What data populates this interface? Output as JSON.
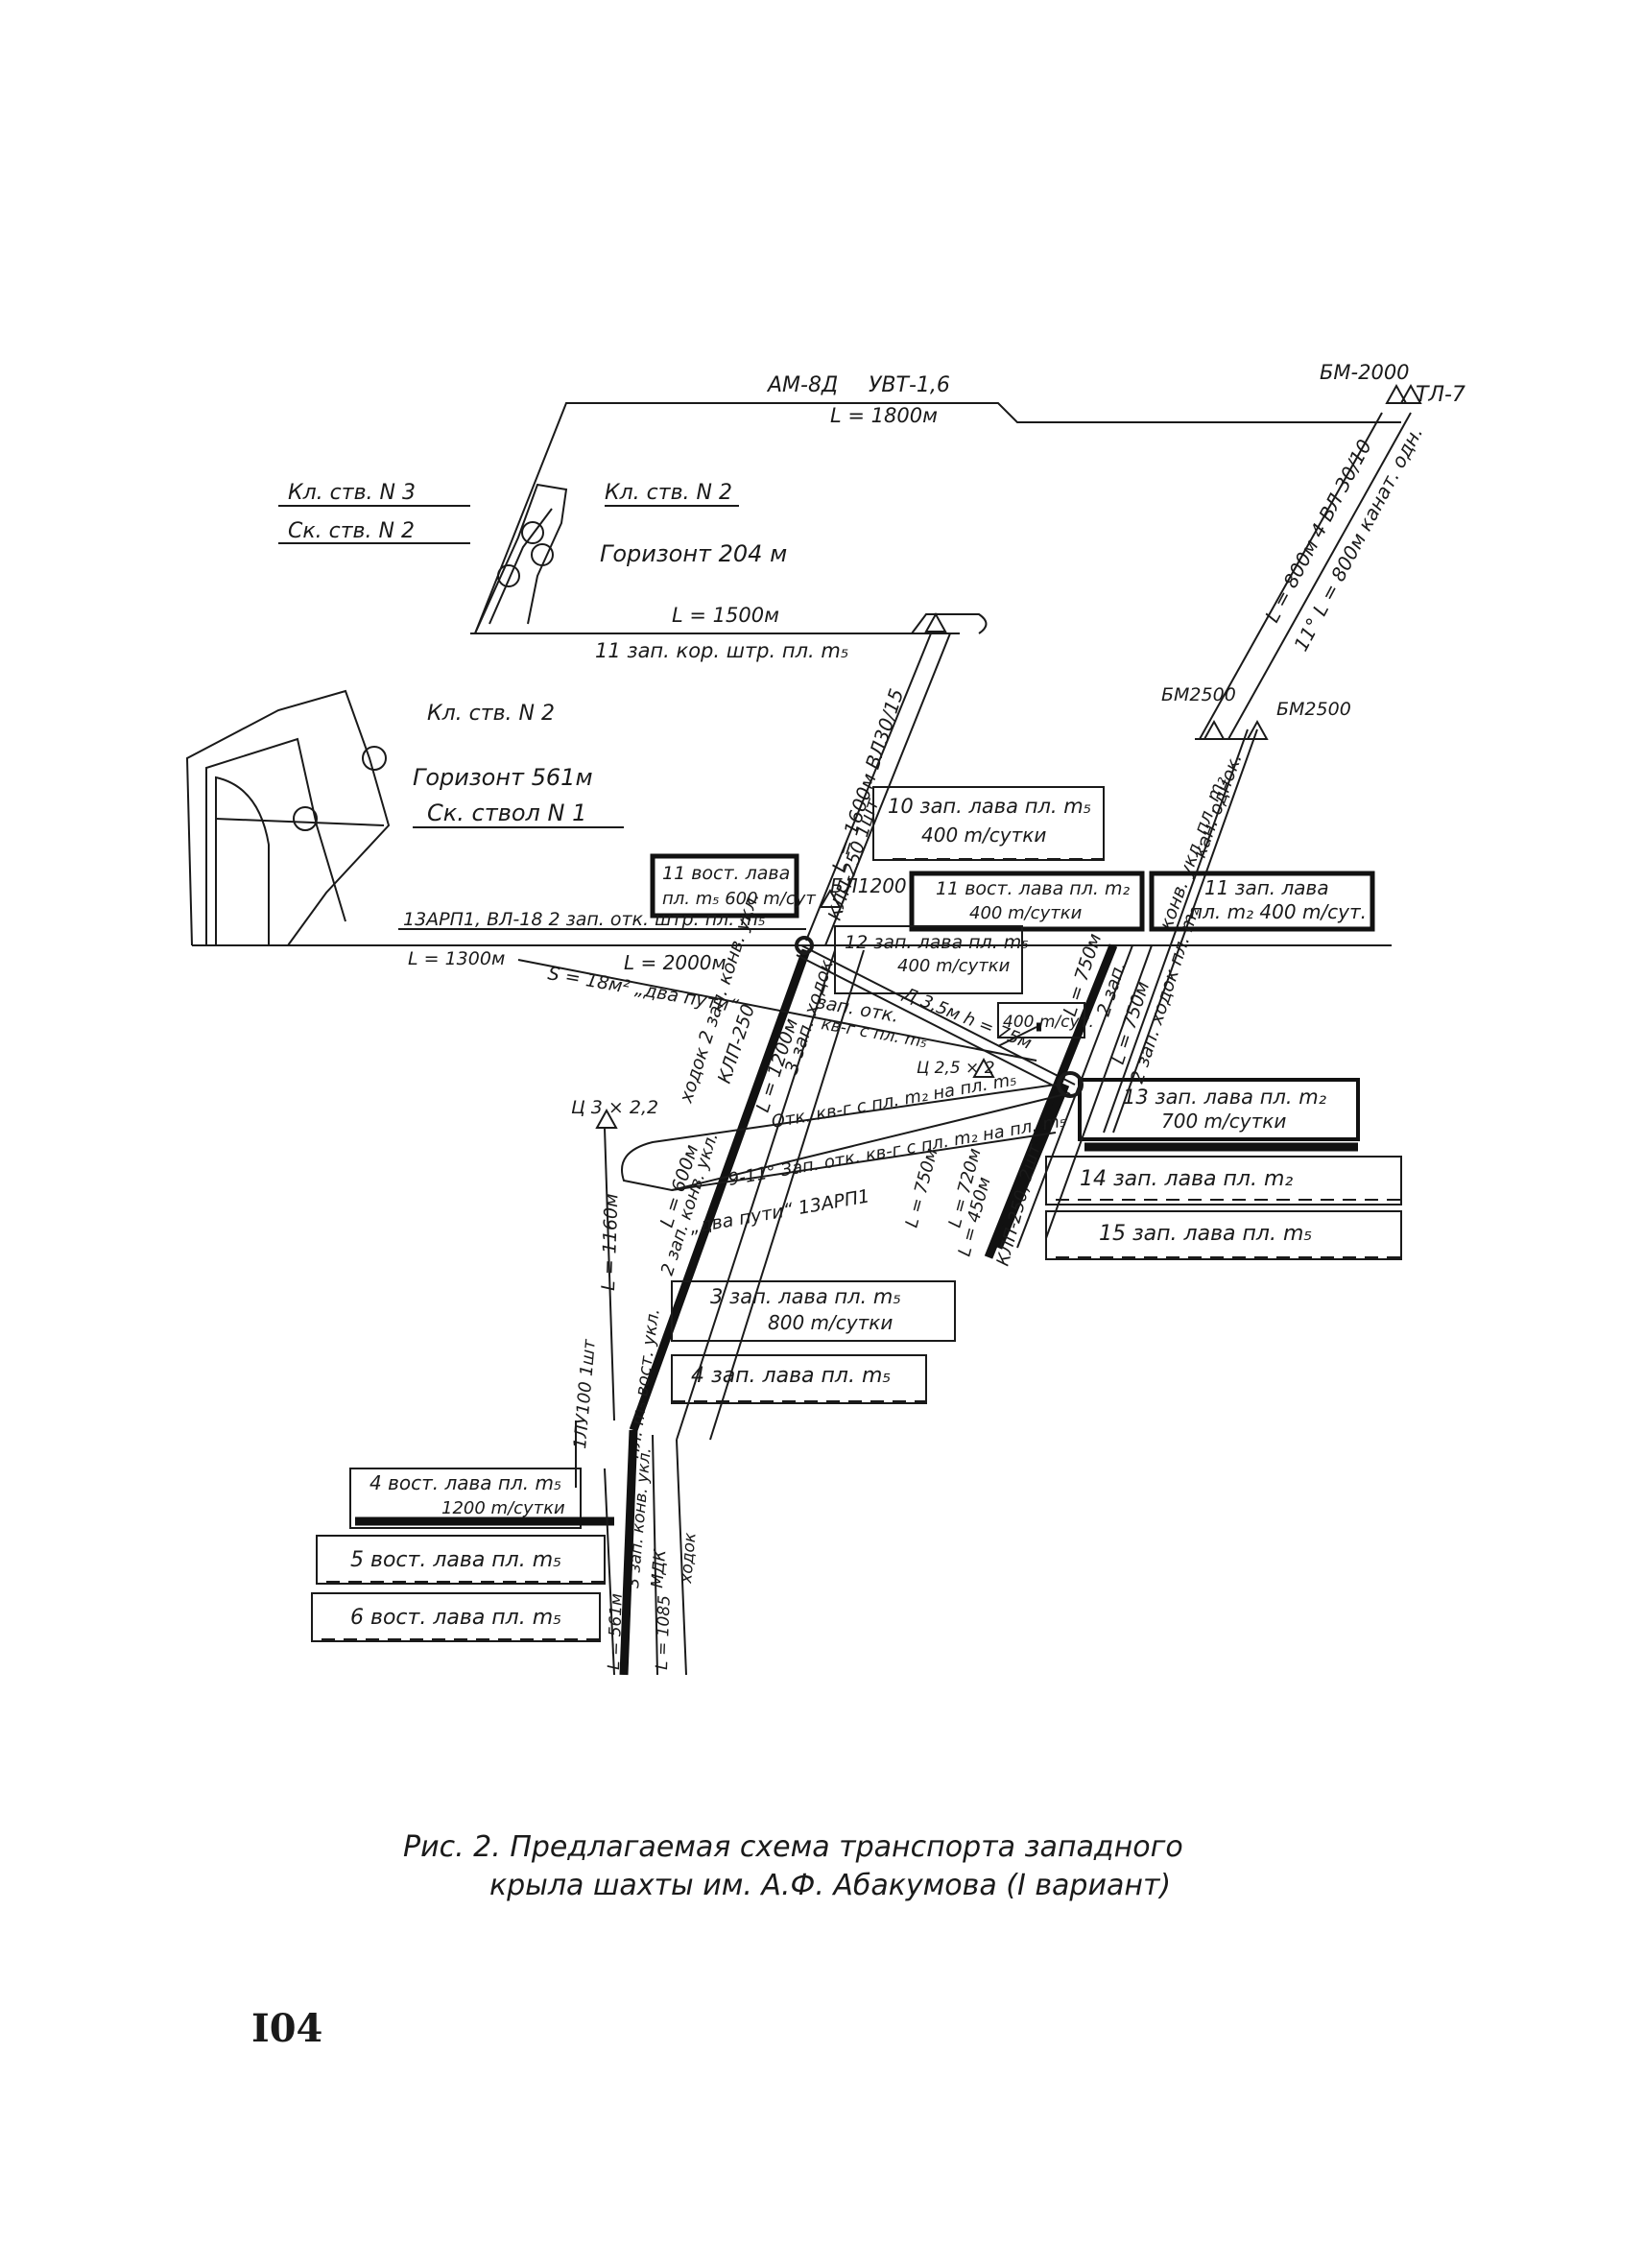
{
  "top_main": {
    "equipment_1": "АМ-8Д",
    "equipment_2": "УВТ-1,6",
    "length": "L = 1800м",
    "bm_top": "БМ-2000",
    "tl": "ТЛ-7"
  },
  "horizon_204": {
    "kl_stv_3": "Кл. ств. N 3",
    "sk_stv_2": "Ск. ств. N 2",
    "kl_stv_2": "Кл. ств. N 2",
    "horizon": "Горизонт 204 м",
    "length": "L = 1500м",
    "drift": "11 зап. кор. штр. пл. m₅"
  },
  "incline_right": {
    "label_1": "L = 800м 4 ВЛ 30/10",
    "label_2": "11° L = 800м канат. одн.",
    "bm2500_left": "БМ2500",
    "bm2500_right": "БМ2500",
    "kon_ukl": "конв. укл. пл. m₂",
    "kan_odn": "кан. однок."
  },
  "horizon_561": {
    "kl_stv_2": "Кл. ств. N 2",
    "horizon": "Горизонт 561м",
    "sk_stv_1": "Ск. ствол N 1"
  },
  "incline_mid": {
    "label": "L = 1600м ВЛ30/15",
    "klp": "КЛП-250 1шт",
    "bl1200": "БЛ1200"
  },
  "lavas": [
    {
      "line1": "10 зап. лава пл. m₅",
      "line2": "400 m/сутки"
    },
    {
      "line1": "11 вост. лава",
      "line2": "пл. m₅ 600 m/сут"
    },
    {
      "line1": "11 вост. лава пл. m₂",
      "line2": "400 m/сутки"
    },
    {
      "line1": "11 зап. лава",
      "line2": "пл. m₂ 400 m/сут."
    },
    {
      "line1": "12 зап. лава пл. m₅",
      "line2": "400 m/сутки"
    },
    {
      "line1": "13 зап. лава пл. m₂",
      "line2": "700 m/сутки"
    },
    {
      "line1": "14 зап. лава пл. m₂",
      "line2": ""
    },
    {
      "line1": "15 зап. лава пл. m₅",
      "line2": ""
    },
    {
      "line1": "3 зап. лава пл. m₅",
      "line2": "800 m/сутки"
    },
    {
      "line1": "4 зап. лава пл. m₅",
      "line2": ""
    },
    {
      "line1": "4 вост. лава пл. m₅",
      "line2": "1200 m/сутки"
    },
    {
      "line1": "5 вост. лава пл. m₅",
      "line2": ""
    },
    {
      "line1": "6 вост. лава пл. m₅",
      "line2": ""
    }
  ],
  "haulage": {
    "arp": "13АРП1, ВЛ-18 2 зап. отк. штр. пл. m₅",
    "l1300": "L = 1300м",
    "l2000": "L = 2000м",
    "s18": "S = 18м² „два пути“",
    "zap_otk": "зап. отк.",
    "kv": "кв-г с пл. m₅",
    "d": "Д 3,5м h = 75м",
    "c25": "Ц 2,5 × 2",
    "l750a": "L = 750м",
    "l750b": "L = 750м",
    "zap2": "2 зап.",
    "hodok2": "2 зап. ходок пл. m₂",
    "d400": "400 m/сут.",
    "otk1": "Отк. кв-г с пл. m₂ на пл. m₅",
    "otk2": "9-11° Зап. отк. кв-г с пл. m₂ на пл. m₅",
    "arp2": "„два пути“ 13АРП1",
    "ts": "Ц 3 × 2,2"
  },
  "incline_left": {
    "hodok": "ходок 2 зап. конв. укл.",
    "klp250": "КЛП-250",
    "l1200": "L = 1200м",
    "zap_hodok": "3 зап. ходок",
    "l600": "L = 600м",
    "zap_konv": "2 зап. конв. укл.",
    "l750r": "L = 750м",
    "l720": "L = 720м",
    "l450": "L = 450м",
    "klp2": "КЛП-250, 2шт",
    "l1160": "L = 1160м",
    "pl": "1ЛУ100 1шт",
    "vost": "пл. m₅ вост. укл.",
    "zap_konv2": "3 зап. конв. укл.",
    "mdk": "МДК",
    "hodok3": "ходок",
    "l561": "L = 561м",
    "l1085": "L = 1085"
  },
  "caption": {
    "line1": "Рис. 2. Предлагаемая схема транспорта западного",
    "line2": "крыла шахты им. А.Ф. Абакумова (I вариант)"
  },
  "page_number": "I04"
}
